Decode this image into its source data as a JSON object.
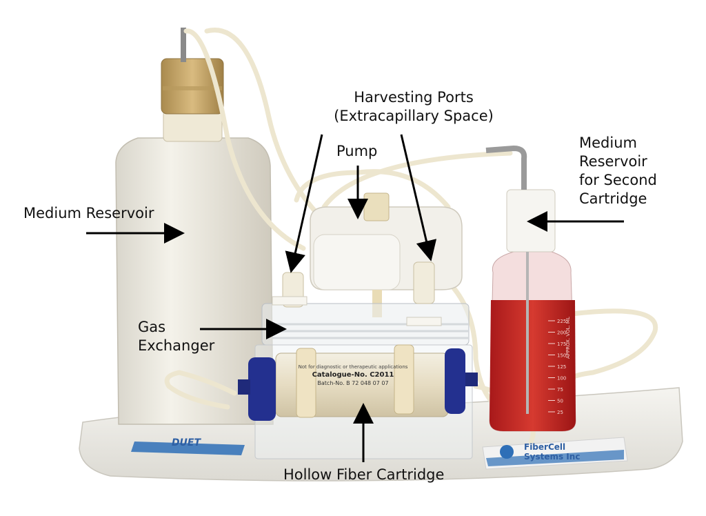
{
  "labels": {
    "harvesting_ports_line1": "Harvesting Ports",
    "harvesting_ports_line2": "(Extracapillary Space)",
    "pump": "Pump",
    "medium_reservoir": "Medium Reservoir",
    "second_reservoir_line1": "Medium",
    "second_reservoir_line2": "Reservoir",
    "second_reservoir_line3": "for Second",
    "second_reservoir_line4": "Cartridge",
    "gas_exchanger_line1": "Gas",
    "gas_exchanger_line2": "Exchanger",
    "hollow_fiber_cartridge": "Hollow Fiber Cartridge"
  },
  "device_text": {
    "cartridge_catalogue": "Catalogue-No. C2011",
    "cartridge_batch": "Batch-No. B 72 048 07 07",
    "cartridge_note": "Not for diagnostic or therapeutic applications",
    "tray_left_logo": "DUET",
    "tray_right_brand_line1": "FiberCell",
    "tray_right_brand_line2": "Systems Inc",
    "bottle_scale": [
      "225",
      "200",
      "175",
      "150",
      "125",
      "100",
      "75",
      "50",
      "25"
    ],
    "bottle_scale_unit": "APPROX. VOL. ML"
  },
  "colors": {
    "medium_red": "#c8221f",
    "cap_tan": "#c9a86a",
    "plastic_white": "#eceae4",
    "cartridge_blue": "#23308f",
    "tray_blue": "#2e6fb7"
  }
}
